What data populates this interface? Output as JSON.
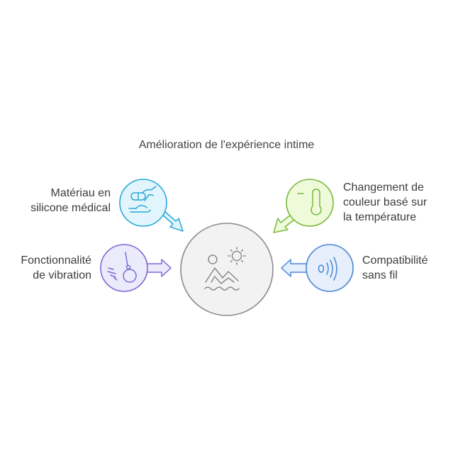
{
  "title": "Amélioration de l'expérience intime",
  "center": {
    "icon": "beach-landscape-icon",
    "fill": "#f2f2f2",
    "stroke": "#8a8a8a"
  },
  "features": [
    {
      "id": "medical-silicone",
      "label_line1": "Matériau en",
      "label_line2": "silicone médical",
      "icon": "hand-pill-icon",
      "stroke": "#29a9d6",
      "fill": "#e2f5fc",
      "position": "top-left"
    },
    {
      "id": "temperature-color",
      "label_line1": "Changement de",
      "label_line2": "couleur basé sur",
      "label_line3": "la température",
      "icon": "thermometer-icon",
      "stroke": "#7ab83a",
      "fill": "#eefad9",
      "position": "top-right"
    },
    {
      "id": "vibration",
      "label_line1": "Fonctionnalité",
      "label_line2": "de vibration",
      "icon": "pendulum-vibration-icon",
      "stroke": "#7c6ad6",
      "fill": "#ecebfb",
      "position": "bottom-left"
    },
    {
      "id": "wireless",
      "label_line1": "Compatibilité",
      "label_line2": "sans fil",
      "icon": "wireless-signal-icon",
      "stroke": "#4a86d8",
      "fill": "#e6effb",
      "position": "bottom-right"
    }
  ]
}
